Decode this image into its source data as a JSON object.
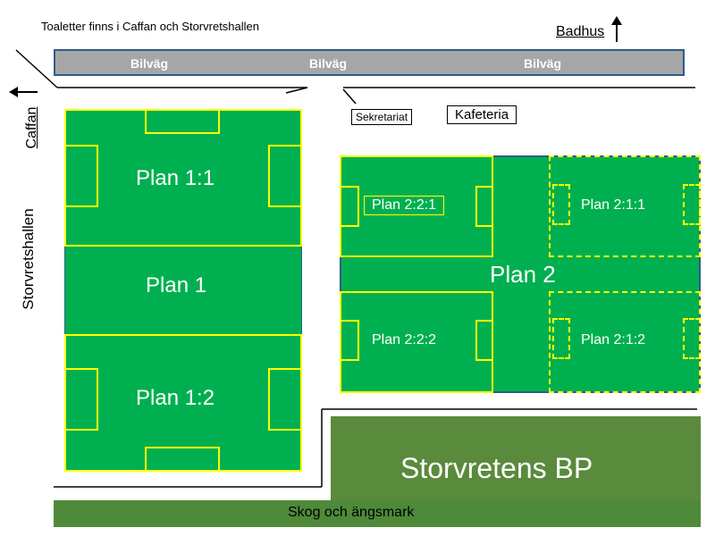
{
  "notice": "Toaletter finns i Caffan och Storvretshallen",
  "badhus": "Badhus",
  "road": {
    "labels": [
      "Bilväg",
      "Bilväg",
      "Bilväg"
    ]
  },
  "caffan": "Caffan",
  "storvretshallen": "Storvretshallen",
  "sekretariat": "Sekretariat",
  "kafeteria": "Kafeteria",
  "plan1": {
    "top": "Plan 1:1",
    "middle": "Plan 1",
    "bottom": "Plan 1:2"
  },
  "plan2": {
    "name": "Plan 2",
    "p221": "Plan 2:2:1",
    "p222": "Plan 2:2:2",
    "p211": "Plan 2:1:1",
    "p212": "Plan 2:1:2"
  },
  "bp": "Storvretens BP",
  "forest": "Skog och ängsmark",
  "colors": {
    "pitch": "#00b050",
    "lines": "#ffff00",
    "road": "#a6a6a6",
    "bp": "#5a8a3c",
    "forest": "#4e8a3a"
  }
}
